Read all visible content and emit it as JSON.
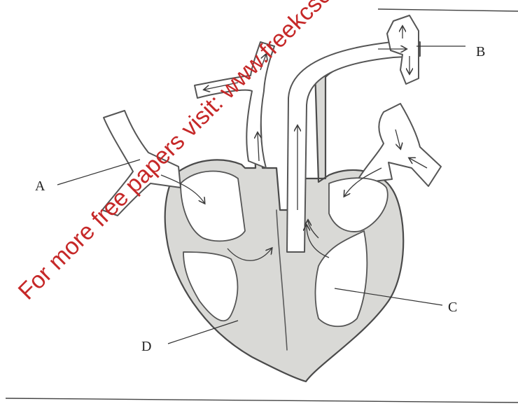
{
  "diagram": {
    "labels": [
      {
        "id": "A",
        "text": "A"
      },
      {
        "id": "B",
        "text": "B"
      },
      {
        "id": "C",
        "text": "C"
      },
      {
        "id": "D",
        "text": "D"
      }
    ]
  },
  "watermark": {
    "text": "For more free papers visit: www.freekcsepastpapers.com",
    "color": "#c62828"
  }
}
